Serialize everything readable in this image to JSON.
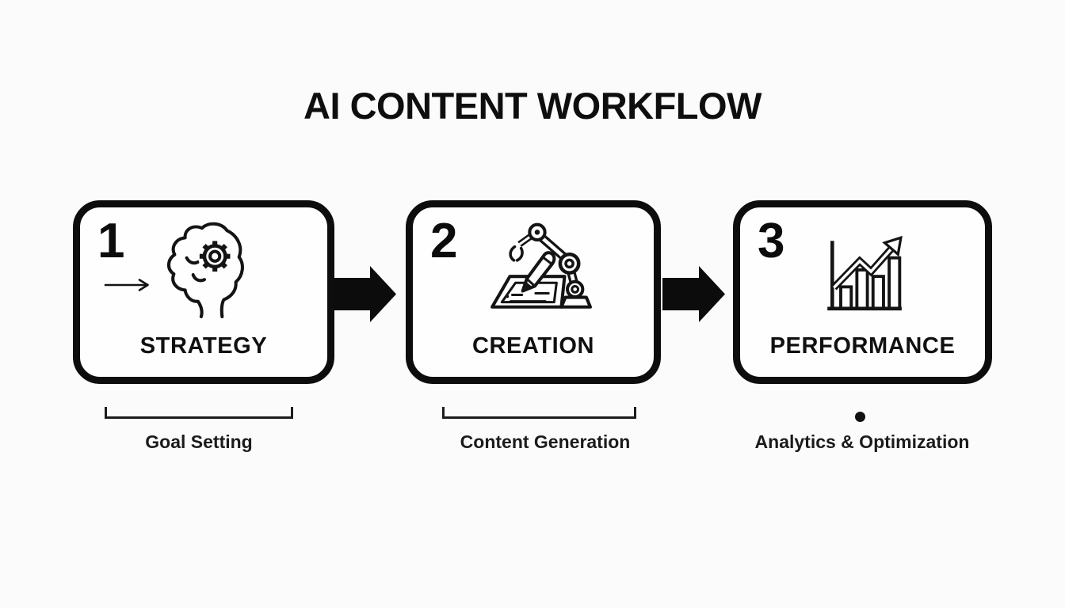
{
  "colors": {
    "background": "#fbfbfb",
    "box_fill": "#fefefe",
    "ink": "#111111",
    "border": "#0d0d0d"
  },
  "title": "AI CONTENT WORKFLOW",
  "steps": [
    {
      "number": "1",
      "label": "STRATEGY",
      "sublabel": "Goal Setting",
      "icon": "brain-gear-icon",
      "annotation": "bracket"
    },
    {
      "number": "2",
      "label": "CREATION",
      "sublabel": "Content Generation",
      "icon": "robot-arm-writing-icon",
      "annotation": "bracket"
    },
    {
      "number": "3",
      "label": "PERFORMANCE",
      "sublabel": "Analytics & Optimization",
      "icon": "growth-chart-icon",
      "annotation": "dot"
    }
  ],
  "connectors": [
    "arrow-right",
    "arrow-right"
  ]
}
